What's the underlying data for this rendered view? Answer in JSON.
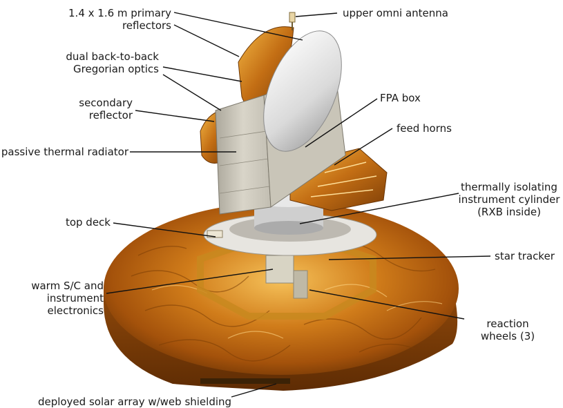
{
  "labels": {
    "primary_reflectors": "1.4 x 1.6 m primary\nreflectors",
    "gregorian_optics": "dual back-to-back\nGregorian optics",
    "secondary_reflector": "secondary\nreflector",
    "thermal_radiator": "passive thermal radiator",
    "top_deck": "top deck",
    "electronics": "warm S/C and\ninstrument\nelectronics",
    "solar_array": "deployed solar array w/web shielding",
    "omni_antenna": "upper omni antenna",
    "fpa_box": "FPA box",
    "feed_horns": "feed horns",
    "instrument_cylinder": "thermally isolating\ninstrument cylinder\n(RXB inside)",
    "star_tracker": "star tracker",
    "reaction_wheels": "reaction\nwheels (3)"
  },
  "colors": {
    "gold_dark": "#7a3d05",
    "gold_mid": "#c06a12",
    "gold_light": "#f0b040",
    "silver": "#dcdcdc",
    "radiator": "#cfcbc0",
    "leader": "#111111"
  }
}
